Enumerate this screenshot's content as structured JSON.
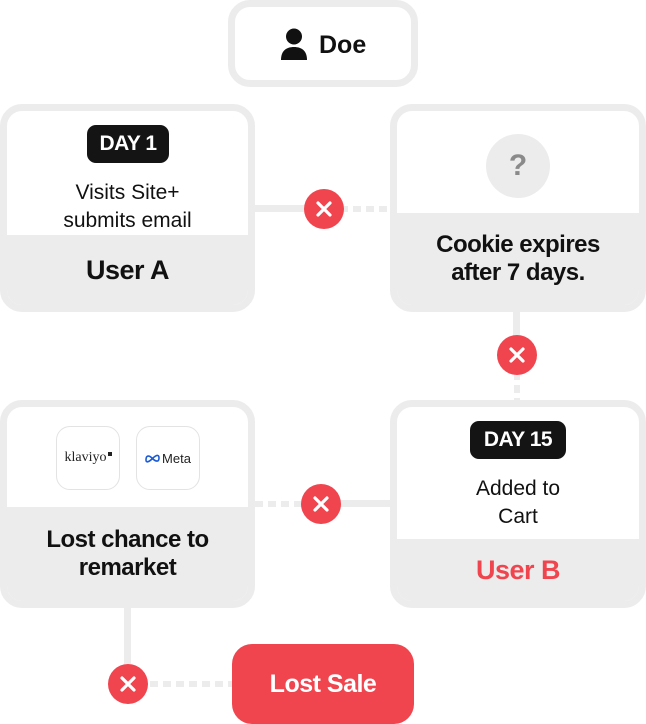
{
  "top_user": {
    "name": "Doe",
    "icon": "user-icon"
  },
  "user_a": {
    "day": "DAY 1",
    "text_line1": "Visits Site+",
    "text_line2": "submits email",
    "label": "User A"
  },
  "cookie": {
    "question": "?",
    "text_line1": "Cookie expires",
    "text_line2": "after 7 days."
  },
  "user_b": {
    "day": "DAY 15",
    "text_line1": "Added to",
    "text_line2": "Cart",
    "label": "User B"
  },
  "remarket": {
    "logo1": "klaviyo",
    "logo2": "Meta",
    "text_line1": "Lost chance to",
    "text_line2": "remarket"
  },
  "lost_sale": {
    "label": "Lost Sale"
  },
  "colors": {
    "accent_red": "#f0454e",
    "card_border": "#ececec",
    "pill_bg": "#141414"
  }
}
